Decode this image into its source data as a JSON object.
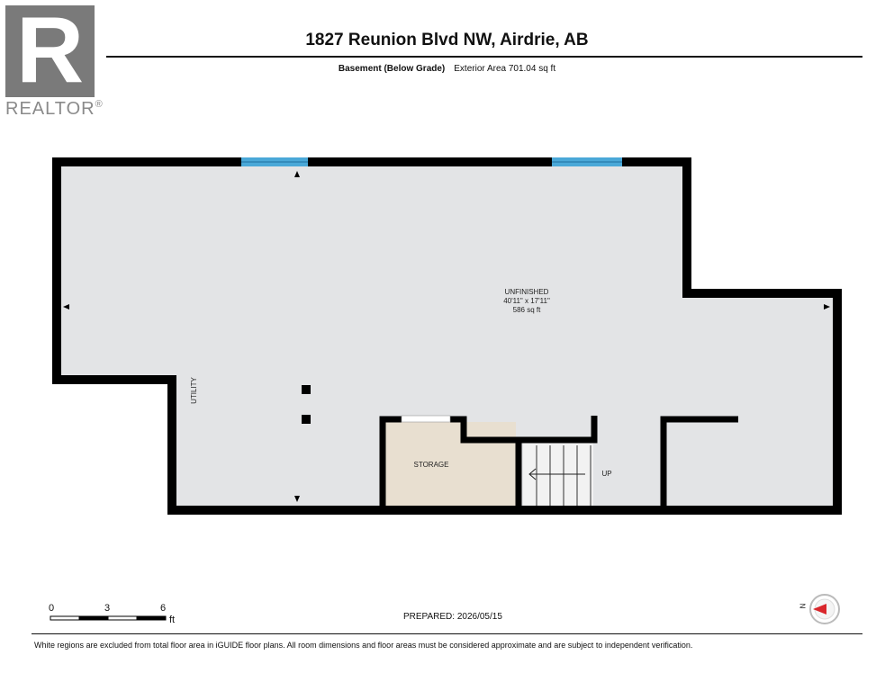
{
  "logo": {
    "mark": "R",
    "word": "REALTOR",
    "registered": "®",
    "icon": "realtor-logo-icon"
  },
  "header": {
    "title": "1827 Reunion Blvd NW, Airdrie, AB",
    "level": "Basement (Below Grade)",
    "exterior_area": "Exterior Area 701.04 sq ft"
  },
  "rooms": {
    "unfinished": {
      "name": "UNFINISHED",
      "dims": "40'11\" x 17'11\"",
      "area": "586 sq ft"
    },
    "utility": {
      "name": "UTILITY"
    },
    "storage": {
      "name": "STORAGE"
    },
    "stairs": {
      "label": "UP"
    }
  },
  "scale": {
    "labels": [
      "0",
      "3",
      "6"
    ],
    "unit": "ft"
  },
  "prepared": "PREPARED: 2026/05/15",
  "compass": {
    "label": "N",
    "icon": "compass-icon"
  },
  "disclaimer": "White regions are excluded from total floor area in iGUIDE floor plans. All room dimensions and floor areas must be considered approximate and are subject to independent verification.",
  "colors": {
    "floor": "#e3e4e6",
    "storage": "#e8dfd0",
    "wall": "#000000",
    "window": "#4aa8d8"
  }
}
